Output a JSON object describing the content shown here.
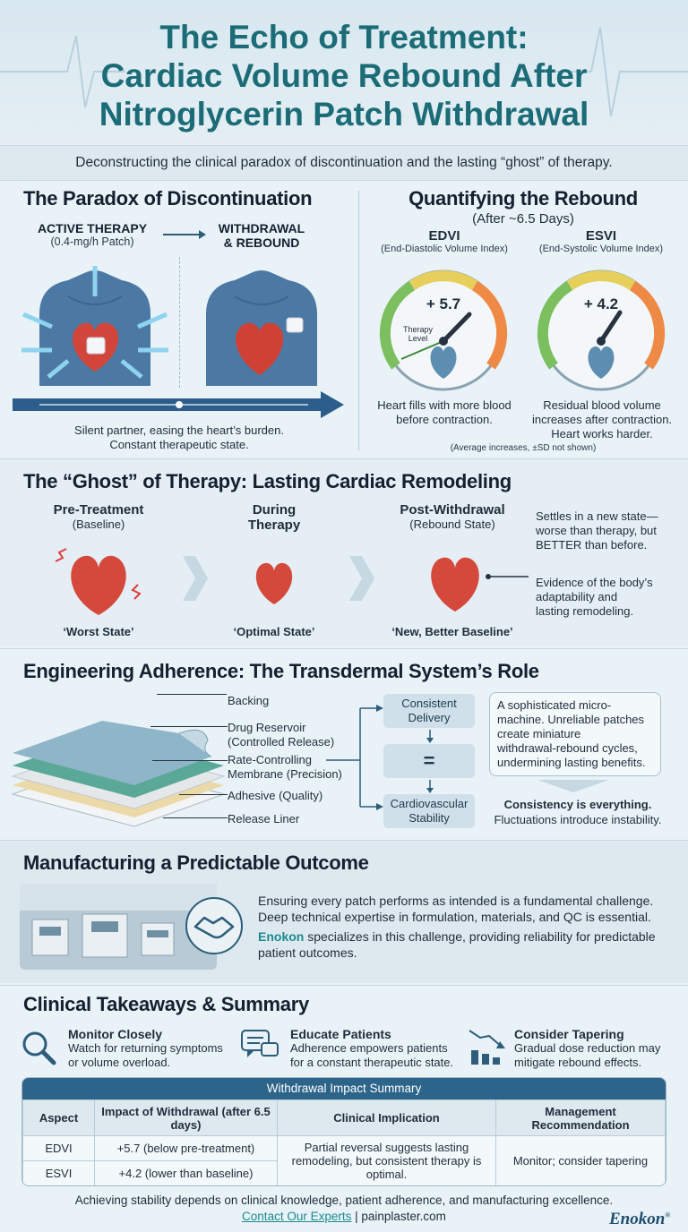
{
  "header": {
    "title_lines": [
      "The Echo of Treatment:",
      "Cardiac Volume Rebound After",
      "Nitroglycerin Patch Withdrawal"
    ],
    "subtitle": "Deconstructing the clinical paradox of discontinuation and the lasting “ghost” of therapy."
  },
  "paradox": {
    "heading": "The Paradox of Discontinuation",
    "active_title": "ACTIVE THERAPY",
    "active_sub": "(0.4-mg/h Patch)",
    "withdrawal_title_1": "WITHDRAWAL",
    "withdrawal_title_2": "& REBOUND",
    "caption_1": "Silent partner, easing the heart’s burden.",
    "caption_2": "Constant therapeutic state."
  },
  "rebound": {
    "heading": "Quantifying the Rebound",
    "subheading": "(After ~6.5 Days)",
    "edvi": {
      "label": "EDVI",
      "full": "(End-Diastolic Volume Index)",
      "value": "+ 5.7",
      "marker": [
        "Therapy",
        "Level"
      ],
      "desc_1": "Heart fills with more blood",
      "desc_2": "before contraction."
    },
    "esvi": {
      "label": "ESVI",
      "full": "(End-Systolic Volume Index)",
      "value": "+ 4.2",
      "desc_1": "Residual blood volume",
      "desc_2": "increases after contraction.",
      "desc_3": "Heart works harder."
    },
    "footnote": "(Average increases, ±SD not shown)",
    "colors": {
      "green": "#7bbf5e",
      "yellow": "#e6cf5a",
      "orange": "#ee8a45"
    }
  },
  "ghost": {
    "heading": "The “Ghost” of Therapy: Lasting Cardiac Remodeling",
    "pre_title": "Pre-Treatment",
    "pre_sub": "(Baseline)",
    "pre_state": "‘Worst State’",
    "during_title_1": "During",
    "during_title_2": "Therapy",
    "during_state": "‘Optimal State’",
    "post_title": "Post-Withdrawal",
    "post_sub": "(Rebound State)",
    "post_state": "‘New, Better Baseline’",
    "note_1": [
      "Settles in a new state—",
      "worse than therapy, but",
      "BETTER than before."
    ],
    "note_2": [
      "Evidence of the body’s",
      "adaptability and",
      "lasting remodeling."
    ]
  },
  "engineering": {
    "heading": "Engineering Adherence: The Transdermal System’s Role",
    "layers": {
      "backing": "Backing",
      "reservoir_1": "Drug Reservoir",
      "reservoir_2": "(Controlled Release)",
      "membrane_1": "Rate-Controlling",
      "membrane_2": "Membrane (Precision)",
      "adhesive": "Adhesive (Quality)",
      "liner": "Release Liner"
    },
    "flow": {
      "consistent_1": "Consistent",
      "consistent_2": "Delivery",
      "equals": "=",
      "stability_1": "Cardiovascular",
      "stability_2": "Stability"
    },
    "callout": [
      "A sophisticated micro-",
      "machine. Unreliable patches",
      "create miniature",
      "withdrawal-rebound cycles,",
      "undermining lasting benefits."
    ],
    "consistency_bold": "Consistency is everything.",
    "consistency_sub": "Fluctuations introduce instability."
  },
  "manufacturing": {
    "heading": "Manufacturing a Predictable Outcome",
    "p1_1": "Ensuring every patch performs as intended is a fundamental challenge.",
    "p1_2": "Deep technical expertise in formulation, materials, and QC is essential.",
    "brand": "Enokon",
    "p2_1": " specializes in this challenge, providing reliability for predictable",
    "p2_2": "patient outcomes."
  },
  "takeaways": {
    "heading": "Clinical Takeaways & Summary",
    "items": [
      {
        "title": "Monitor Closely",
        "line1": "Watch for returning symptoms",
        "line2": "or volume overload."
      },
      {
        "title": "Educate Patients",
        "line1": "Adherence empowers patients",
        "line2": "for a constant therapeutic state."
      },
      {
        "title": "Consider Tapering",
        "line1": "Gradual dose reduction may",
        "line2": "mitigate rebound effects."
      }
    ],
    "table": {
      "title": "Withdrawal Impact Summary",
      "headers": [
        "Aspect",
        "Impact of Withdrawal (after 6.5 days)",
        "Clinical Implication",
        "Management Recommendation"
      ],
      "rows": [
        [
          "EDVI",
          "+5.7 (below pre-treatment)"
        ],
        [
          "ESVI",
          "+4.2 (lower than baseline)"
        ]
      ],
      "implication": "Partial reversal suggests lasting remodeling, but consistent therapy is optimal.",
      "recommendation": "Monitor; consider tapering"
    }
  },
  "footer": {
    "line": "Achieving stability depends on clinical knowledge, patient adherence, and manufacturing excellence.",
    "contact": "Contact Our Experts",
    "separator": " | ",
    "site": "painplaster.com",
    "logo": "Enokon",
    "logo_mark": "®"
  }
}
